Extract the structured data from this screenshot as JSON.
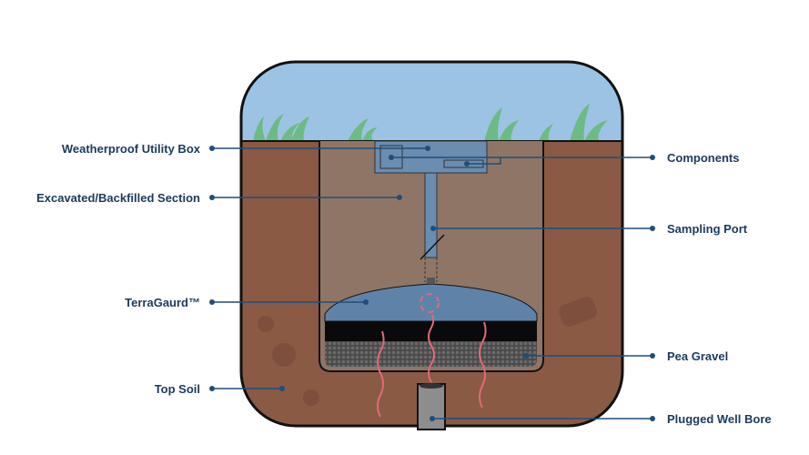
{
  "labels": {
    "left": [
      "Weatherproof Utility Box",
      "Excavated/Backfilled Section",
      "TerraGaurd™",
      "Top Soil"
    ],
    "right": [
      "Components",
      "Sampling Port",
      "Pea Gravel",
      "Plugged Well Bore"
    ]
  },
  "colors": {
    "sky": "#9cc3e4",
    "grass": "#6dbb84",
    "soil": "#8a5a45",
    "backfill": "#8f7565",
    "membrane": "#5f82a8",
    "gravel": "#555555",
    "leader": "#1f4e79",
    "vapor": "#e06a78"
  }
}
